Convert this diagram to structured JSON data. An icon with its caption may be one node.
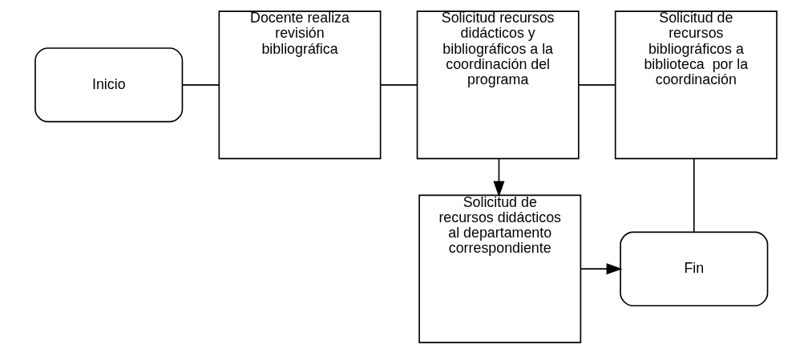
{
  "diagram": {
    "nodes": [
      {
        "text": [
          "Inicio"
        ]
      },
      {
        "text": [
          "Docente realiza revisión bibliográfica"
        ]
      },
      {
        "text": [
          "Solicitud recursos didácticos y bibliográficos a la coordinación del programa"
        ]
      },
      {
        "text": [
          "Solicitud de recursos bibliográficos a biblioteca  por la coordinación"
        ]
      },
      {
        "text": [
          "Solicitud de recursos didácticos al departamento correspondiente"
        ]
      },
      {
        "text": [
          "Fin"
        ]
      }
    ],
    "edges": [
      {
        "from": 0,
        "to": 1,
        "arrow": "none"
      },
      {
        "from": 1,
        "to": 2,
        "arrow": "none"
      },
      {
        "from": 2,
        "to": 3,
        "arrow": "none"
      },
      {
        "from": 2,
        "to": 4,
        "arrow": "to"
      },
      {
        "from": 4,
        "to": 5,
        "arrow": "to"
      },
      {
        "from": 3,
        "to": 5,
        "arrow": "none"
      }
    ]
  }
}
